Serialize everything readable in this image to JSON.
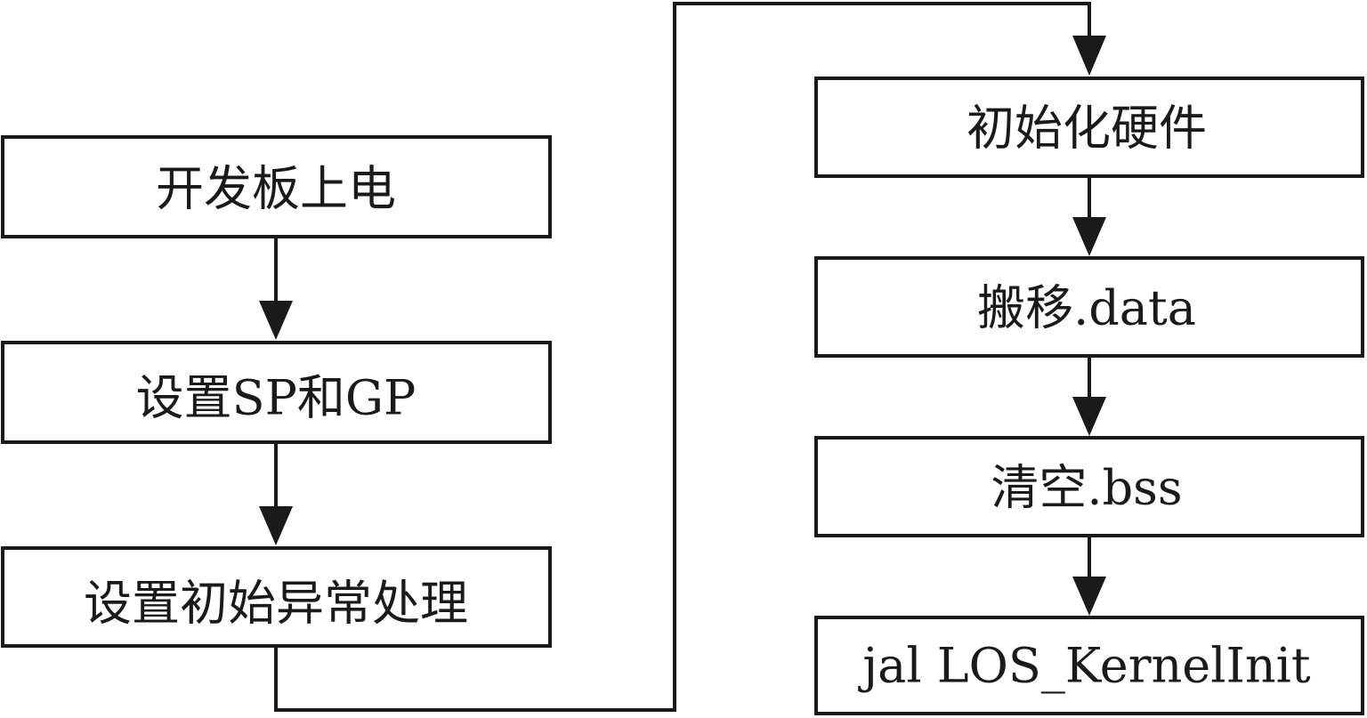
{
  "flowchart": {
    "left_column": [
      {
        "id": "power-on",
        "label": "开发板上电"
      },
      {
        "id": "set-sp-gp",
        "label": "设置SP和GP"
      },
      {
        "id": "set-exception",
        "label": "设置初始异常处理"
      }
    ],
    "right_column": [
      {
        "id": "init-hardware",
        "label": "初始化硬件"
      },
      {
        "id": "move-data",
        "label": "搬移.data"
      },
      {
        "id": "clear-bss",
        "label": "清空.bss"
      },
      {
        "id": "jal-kernel-init",
        "label": "jal LOS_KernelInit"
      }
    ],
    "colors": {
      "stroke": "#1a1a1a",
      "box_fill": "#ffffff",
      "background": "#ffffff"
    }
  }
}
